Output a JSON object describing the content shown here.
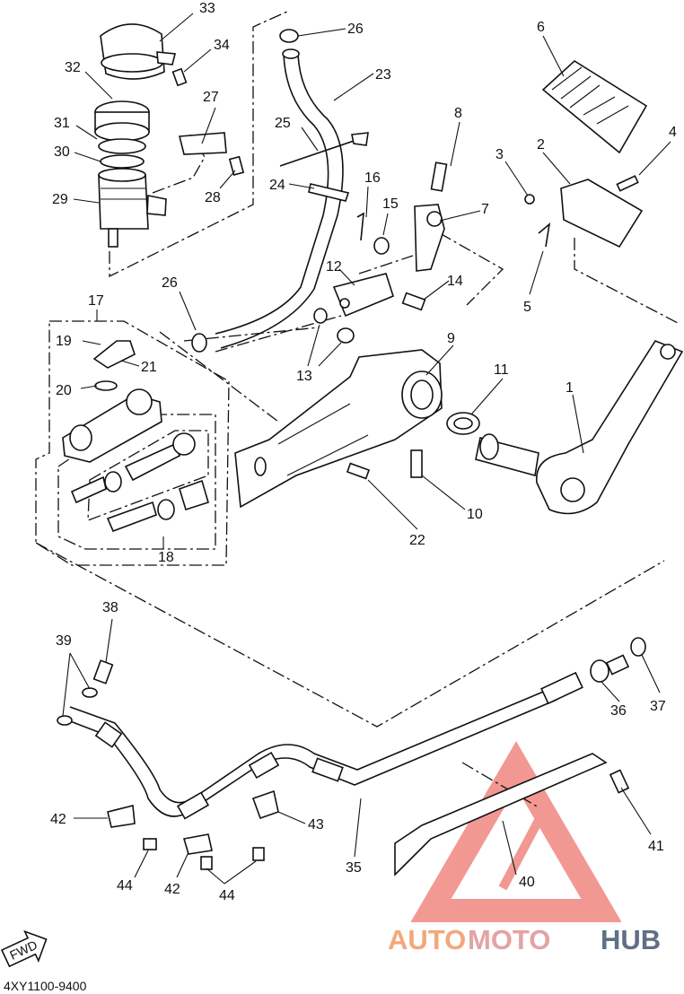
{
  "part_labels": {
    "p1": "1",
    "p2": "2",
    "p3": "3",
    "p4": "4",
    "p5": "5",
    "p6": "6",
    "p7": "7",
    "p8": "8",
    "p9": "9",
    "p10": "10",
    "p11": "11",
    "p12": "12",
    "p13": "13",
    "p14": "14",
    "p15": "15",
    "p16": "16",
    "p17": "17",
    "p18": "18",
    "p19": "19",
    "p20": "20",
    "p21": "21",
    "p22": "22",
    "p23": "23",
    "p24": "24",
    "p25": "25",
    "p26a": "26",
    "p26b": "26",
    "p27": "27",
    "p28": "28",
    "p29": "29",
    "p30": "30",
    "p31": "31",
    "p32": "32",
    "p33": "33",
    "p34": "34",
    "p35": "35",
    "p36": "36",
    "p37": "37",
    "p38": "38",
    "p39": "39",
    "p40": "40",
    "p41": "41",
    "p42a": "42",
    "p42b": "42",
    "p43": "43",
    "p44a": "44",
    "p44b": "44"
  },
  "direction_arrow": "FWD",
  "diagram_code": "4XY1100-9400",
  "watermark": {
    "part1": "AUTO",
    "part2": "MOTO",
    "part3": "HUB"
  },
  "colors": {
    "line": "#111111",
    "watermark_orange": "#f3a77a",
    "watermark_pink": "#e4a3a3",
    "watermark_navy": "#5f6f85",
    "watermark_triangle": "#e8453c"
  }
}
